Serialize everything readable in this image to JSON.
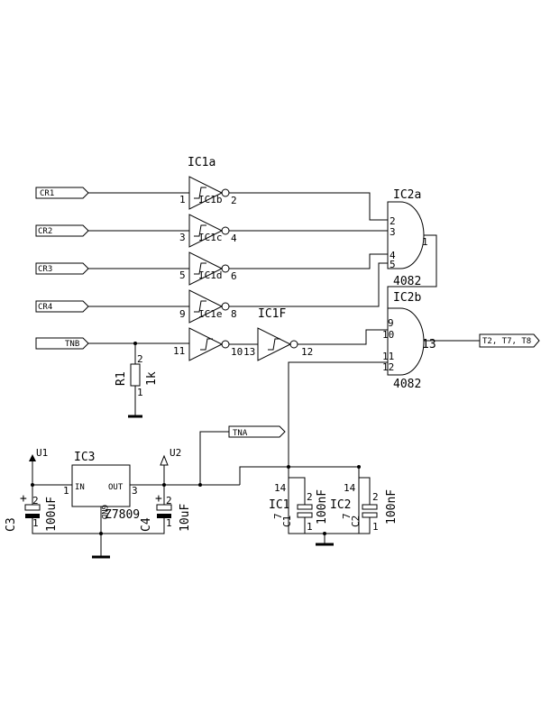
{
  "inputs": {
    "cr1": "CR1",
    "cr2": "CR2",
    "cr3": "CR3",
    "cr4": "CR4",
    "tnb": "TNB"
  },
  "ic1": {
    "title_a": "IC1a",
    "title_f": "IC1F",
    "gate_b": {
      "label": "IC1b",
      "in": "1",
      "out": "2"
    },
    "gate_c": {
      "label": "IC1c",
      "in": "3",
      "out": "4"
    },
    "gate_d": {
      "label": "IC1d",
      "in": "5",
      "out": "6"
    },
    "gate_e": {
      "label": "IC1e",
      "in": "9",
      "out": "8"
    },
    "gate_a": {
      "in": "11",
      "out": "10"
    },
    "gate_f": {
      "in": "13",
      "out": "12"
    }
  },
  "ic2a": {
    "title": "IC2a",
    "pins": [
      "2",
      "3",
      "4",
      "5"
    ],
    "out": "1",
    "part": "4082"
  },
  "ic2b": {
    "title": "IC2b",
    "pins": [
      "9",
      "10",
      "11",
      "12"
    ],
    "out": "13",
    "part": "4082"
  },
  "output": "T2, T7, T8",
  "resistor": {
    "name": "R1",
    "value": "1k",
    "pin_top": "2",
    "pin_bottom": "1"
  },
  "tna": "TNA",
  "regulator": {
    "name": "IC3",
    "in_label": "IN",
    "out_label": "OUT",
    "gnd_label": "GND",
    "part": "Z7809",
    "pin_in": "1",
    "pin_out": "3"
  },
  "rails": {
    "u1": "U1",
    "u2": "U2"
  },
  "caps": {
    "c3": {
      "name": "C3",
      "value": "100uF",
      "pin_pos": "2",
      "pin_neg": "1",
      "plus": "+"
    },
    "c4": {
      "name": "C4",
      "value": "10uF",
      "pin_pos": "2",
      "pin_neg": "1",
      "plus": "+"
    },
    "c1": {
      "name": "C1",
      "value": "100nF",
      "pin_top": "2",
      "pin_bottom": "1"
    },
    "c2": {
      "name": "C2",
      "value": "100nF",
      "pin_top": "2",
      "pin_bottom": "1"
    }
  },
  "supply": {
    "ic1": {
      "name": "IC1",
      "vdd": "14",
      "vss": "7"
    },
    "ic2": {
      "name": "IC2",
      "vdd": "14",
      "vss": "7"
    }
  }
}
